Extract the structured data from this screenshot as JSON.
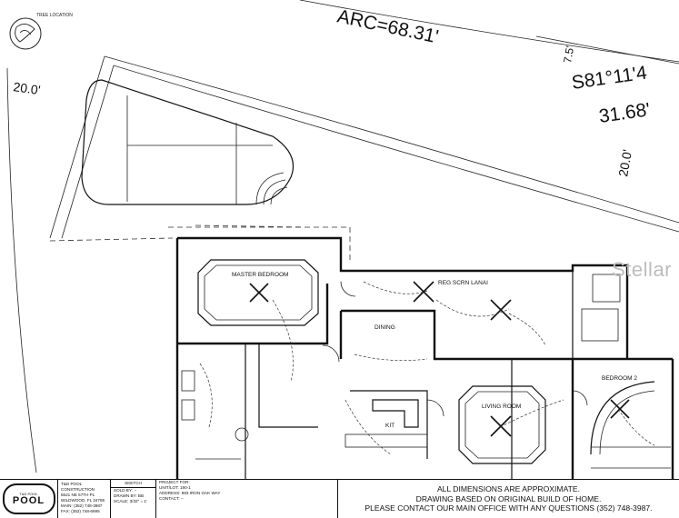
{
  "lot": {
    "arc_label": "ARC=68.31'",
    "bearing_label": "S81°11'4",
    "distance_label": "31.68'",
    "setback_left": "20.0'",
    "setback_right": "20.0'",
    "setback_small": "7.5'",
    "tree_label": "TREE LOCATION"
  },
  "rooms": {
    "master": "MASTER BEDROOM",
    "lanai": "REG SCRN LANAI",
    "dining": "DINING",
    "living": "LIVING ROOM",
    "kitchen": "KIT",
    "bedroom2": "BEDROOM 2"
  },
  "title_block": {
    "logo_text": "POOL",
    "logo_sub": "T&D POOL",
    "company": {
      "name": "T&D POOL CONSTRUCTION",
      "address1": "5521 NE 57TH PL",
      "address2": "WILDWOOD, FL 34785",
      "main": "MAIN: (352) 748-3987",
      "fax": "FAX: (352) 748-6695"
    },
    "sketch": {
      "header": "SKETCH",
      "sold_by": "SOLD BY: --",
      "drawn_by": "DRAWN BY: BB",
      "scale": "SCALE: 3/32\" = 1'"
    },
    "project": {
      "header": "PROJECT FOR:",
      "unit": "UNIT/LOT: 190-1",
      "address": "ADDRESS: 983 IRON OAK WAY",
      "contact": "CONTACT: --"
    },
    "notes": [
      "ALL DIMENSIONS ARE APPROXIMATE.",
      "DRAWING BASED ON ORIGINAL BUILD OF HOME.",
      "PLEASE CONTACT OUR MAIN OFFICE WITH ANY QUESTIONS (352) 748-3987."
    ]
  },
  "watermark": "Stellar"
}
